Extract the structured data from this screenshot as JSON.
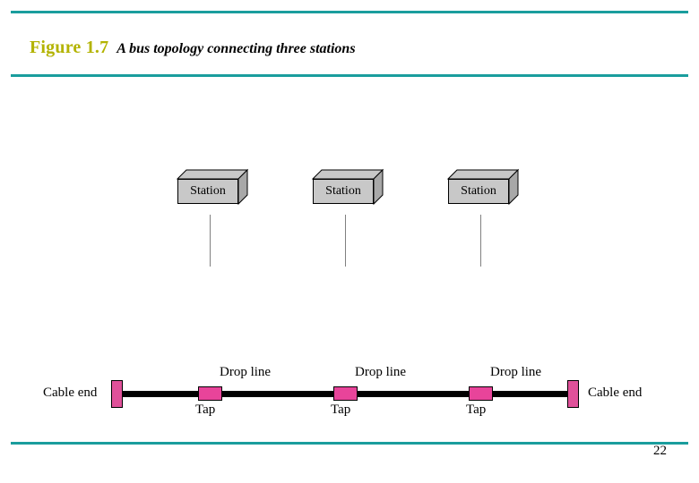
{
  "header": {
    "figure_label": "Figure 1.7",
    "figure_title": "A bus topology connecting three stations"
  },
  "page_number": "22",
  "colors": {
    "rule": "#1a9d9d",
    "figure_label": "#b3b300",
    "tap": "#e8449a",
    "cable_end": "#e0519a",
    "station_fill": "#c8c8c8",
    "bus_line": "#000000",
    "drop_line": "#808080"
  },
  "diagram": {
    "type": "bus-topology",
    "cable_end_left_label": "Cable end",
    "cable_end_right_label": "Cable end",
    "nodes": [
      {
        "station_label": "Station",
        "drop_line_label": "Drop line",
        "tap_label": "Tap"
      },
      {
        "station_label": "Station",
        "drop_line_label": "Drop line",
        "tap_label": "Tap"
      },
      {
        "station_label": "Station",
        "drop_line_label": "Drop line",
        "tap_label": "Tap"
      }
    ]
  }
}
